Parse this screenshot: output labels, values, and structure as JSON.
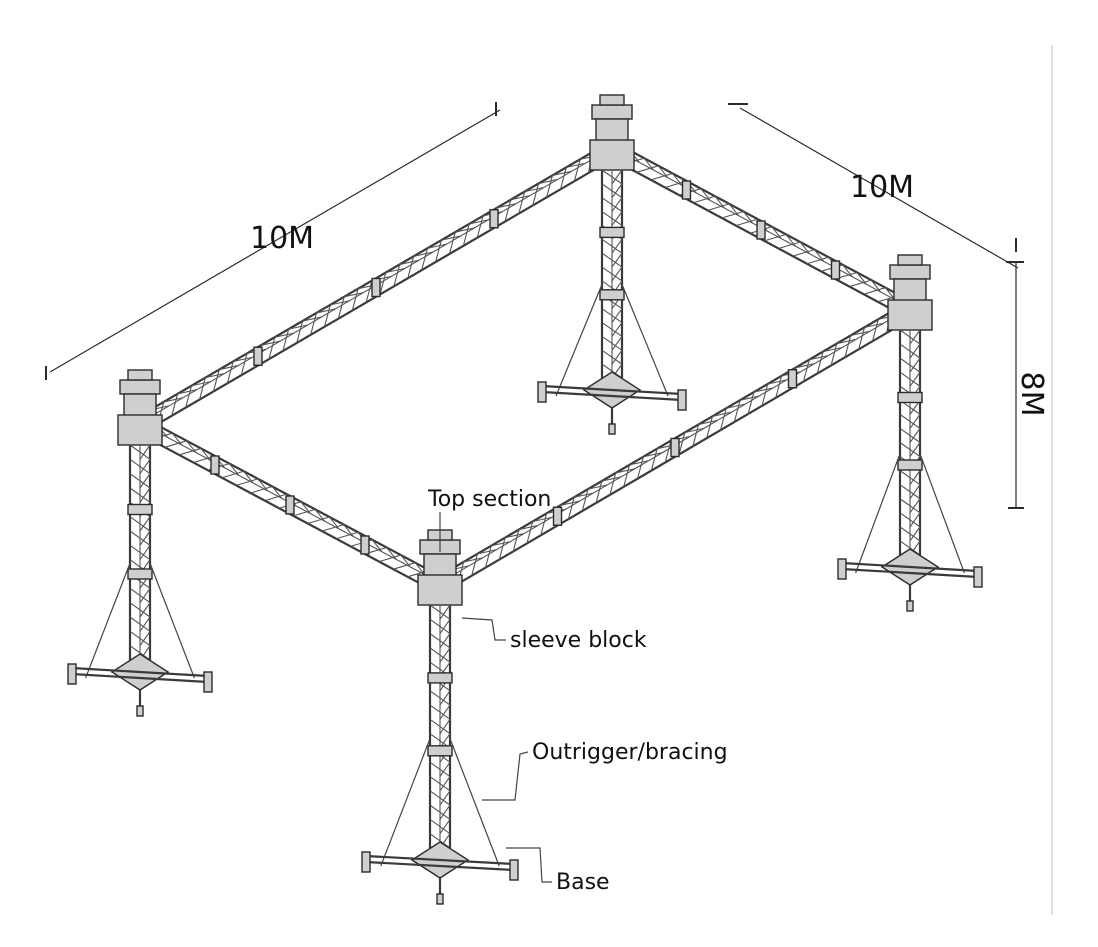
{
  "dimensions": {
    "left_width": "10M",
    "right_depth": "10M",
    "height": "8M"
  },
  "callouts": {
    "top_section": "Top section",
    "sleeve_block": "sleeve block",
    "outrigger": "Outrigger/bracing",
    "base": "Base"
  },
  "colors": {
    "line": "#2b2b2b",
    "background": "#ffffff"
  }
}
